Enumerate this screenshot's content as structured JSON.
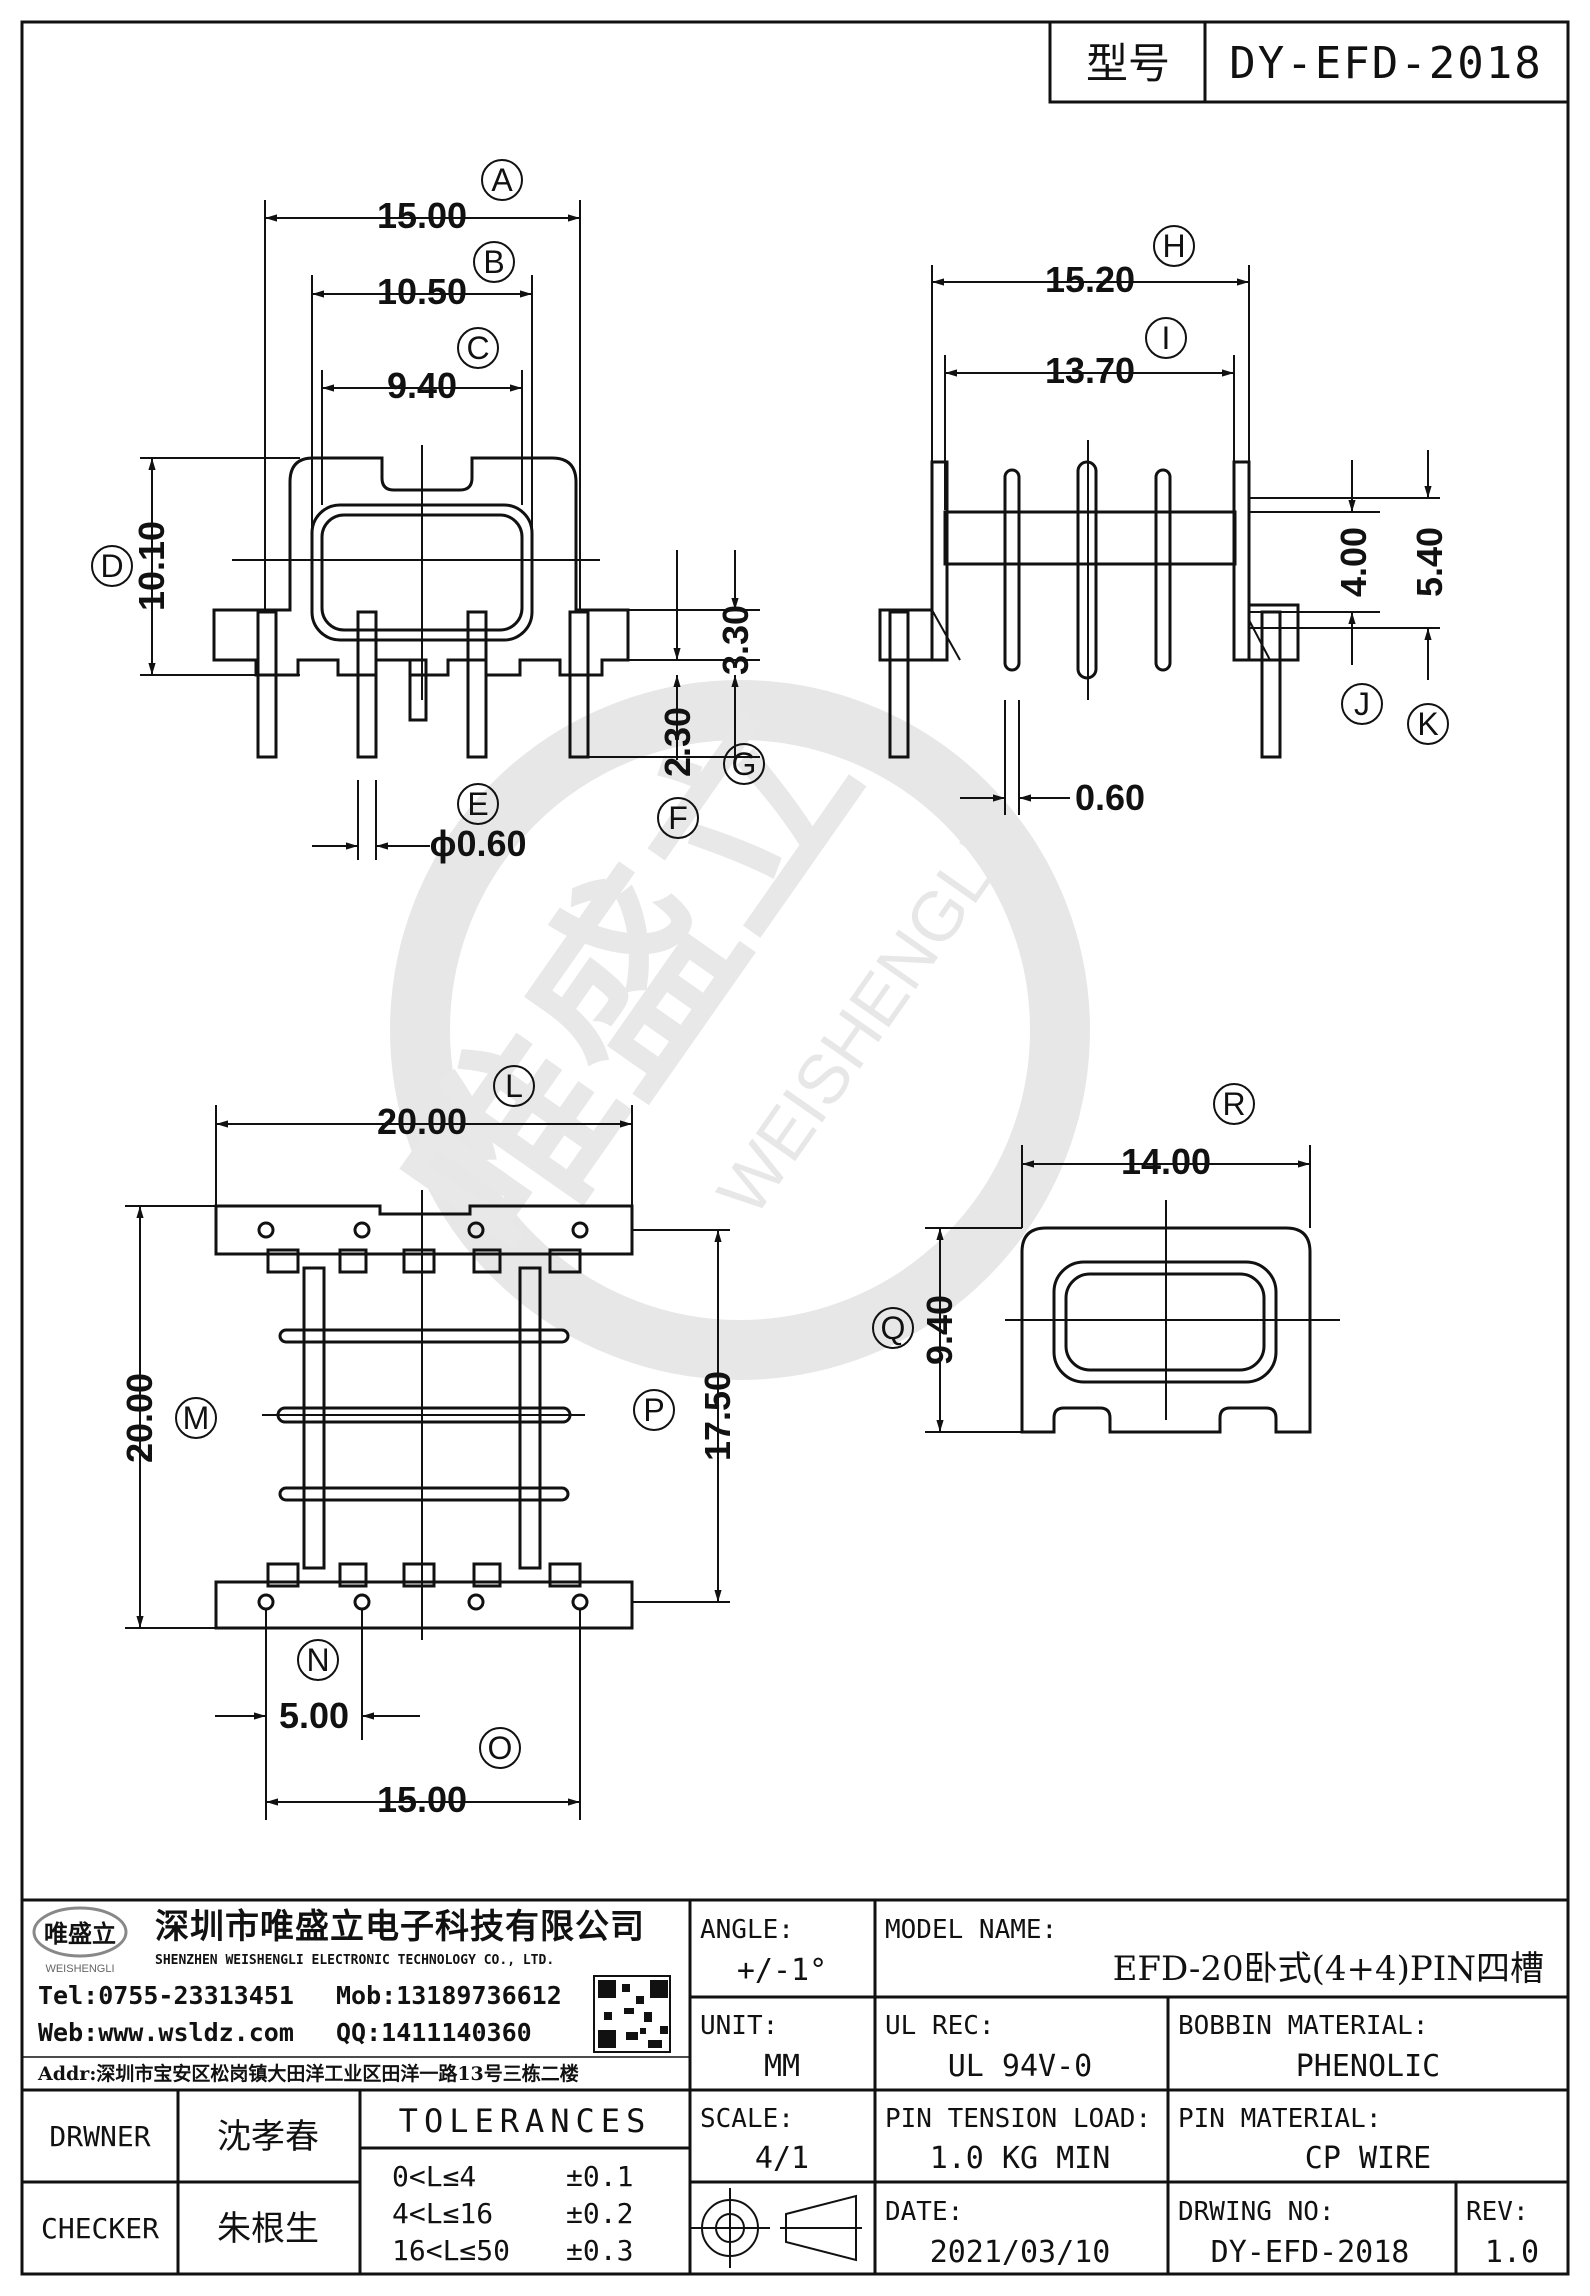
{
  "header": {
    "model_label": "型号",
    "model_value": "DY-EFD-2018"
  },
  "top_left_view": {
    "labels": {
      "A": "A",
      "B": "B",
      "C": "C",
      "D": "D",
      "E": "E",
      "F": "F",
      "G": "G"
    },
    "dims": {
      "A": "15.00",
      "B": "10.50",
      "C": "9.40",
      "D": "10.10",
      "E": "ϕ0.60",
      "F": "2.30",
      "G": "3.30"
    }
  },
  "top_right_view": {
    "labels": {
      "H": "H",
      "I": "I",
      "J": "J",
      "K": "K"
    },
    "dims": {
      "H": "15.20",
      "I": "13.70",
      "J": "4.00",
      "K": "5.40",
      "pin": "0.60"
    }
  },
  "bottom_left_view": {
    "labels": {
      "L": "L",
      "M": "M",
      "N": "N",
      "O": "O",
      "P": "P"
    },
    "dims": {
      "L": "20.00",
      "M": "20.00",
      "N": "5.00",
      "O": "15.00",
      "P": "17.50"
    }
  },
  "bottom_right_view": {
    "labels": {
      "Q": "Q",
      "R": "R"
    },
    "dims": {
      "Q": "9.40",
      "R": "14.00"
    }
  },
  "watermark": {
    "logo_text": "唯盛立",
    "brand": "WEISHENGLI"
  },
  "title_block": {
    "company": {
      "logo_text": "唯盛立",
      "logo_sub": "WEISHENGLI",
      "name_cn": "深圳市唯盛立电子科技有限公司",
      "name_en": "SHENZHEN WEISHENGLI ELECTRONIC TECHNOLOGY CO., LTD.",
      "tel": "Tel:0755-23313451",
      "mob": "Mob:13189736612",
      "web": "Web:www.wsldz.com",
      "qq": "QQ:1411140360",
      "addr": "Addr:深圳市宝安区松岗镇大田洋工业区田洋一路13号三栋二楼"
    },
    "angle": {
      "label": "ANGLE:",
      "value": "+/-1°"
    },
    "model_name": {
      "label": "MODEL NAME:",
      "value": "EFD-20卧式(4+4)PIN四槽"
    },
    "unit": {
      "label": "UNIT:",
      "value": "MM"
    },
    "ul_rec": {
      "label": "UL REC:",
      "value": "UL 94V-0"
    },
    "bobbin_material": {
      "label": "BOBBIN MATERIAL:",
      "value": "PHENOLIC"
    },
    "scale": {
      "label": "SCALE:",
      "value": "4/1"
    },
    "pin_tension": {
      "label": "PIN TENSION LOAD:",
      "value": "1.0 KG MIN"
    },
    "pin_material": {
      "label": "PIN MATERIAL:",
      "value": "CP WIRE"
    },
    "date": {
      "label": "DATE:",
      "value": "2021/03/10"
    },
    "drawing_no": {
      "label": "DRWING NO:",
      "value": "DY-EFD-2018"
    },
    "rev": {
      "label": "REV:",
      "value": "1.0"
    },
    "drawer": {
      "label": "DRWNER",
      "value": "沈孝春"
    },
    "checker": {
      "label": "CHECKER",
      "value": "朱根生"
    },
    "tolerances": {
      "title": "TOLERANCES",
      "rows": [
        {
          "range": "0<L≤4",
          "tol": "±0.1"
        },
        {
          "range": "4<L≤16",
          "tol": "±0.2"
        },
        {
          "range": "16<L≤50",
          "tol": "±0.3"
        }
      ]
    }
  }
}
